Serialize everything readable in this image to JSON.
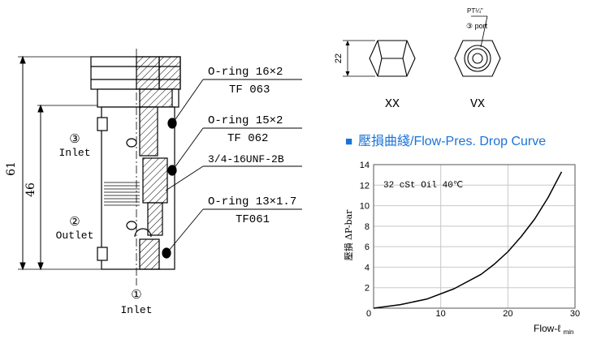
{
  "valve_drawing": {
    "overall_length": "61",
    "inner_length": "46",
    "callouts": [
      {
        "title": "O-ring 16×2",
        "code": "TF 063"
      },
      {
        "title": "O-ring 15×2",
        "code": "TF 062"
      },
      {
        "title": "3/4-16UNF-2B",
        "code": ""
      },
      {
        "title": "O-ring 13×1.7",
        "code": "TF061"
      }
    ],
    "ports": {
      "port3": {
        "num": "③",
        "label": "Inlet"
      },
      "port2": {
        "num": "②",
        "label": "Outlet"
      },
      "port1": {
        "num": "①",
        "label": "Inlet"
      }
    }
  },
  "views": {
    "xx_label": "XX",
    "vx_label": "VX",
    "height_dim": "22",
    "pt_label": "PT¼\"",
    "port_note": "③ port"
  },
  "chart_data": {
    "type": "line",
    "title": "壓損曲綫/Flow-Pres. Drop Curve",
    "title_marker": "■",
    "title_color": "#1a73d8",
    "ylabel": "壓損 ΔP-bar",
    "xlabel": "Flow-ℓ",
    "xlabel_sub": "min",
    "xlim": [
      0,
      30
    ],
    "ylim": [
      0,
      14
    ],
    "xticks": [
      0,
      10,
      20,
      30
    ],
    "yticks": [
      2,
      4,
      6,
      8,
      10,
      12,
      14
    ],
    "annotation": "32 cSt Oil 40℃",
    "grid": true,
    "series": [
      {
        "x": [
          0,
          4,
          8,
          12,
          16,
          18,
          20,
          22,
          24,
          26,
          28
        ],
        "y": [
          0,
          0.35,
          0.9,
          1.9,
          3.3,
          4.3,
          5.5,
          7.0,
          8.7,
          10.8,
          13.3
        ]
      }
    ]
  }
}
